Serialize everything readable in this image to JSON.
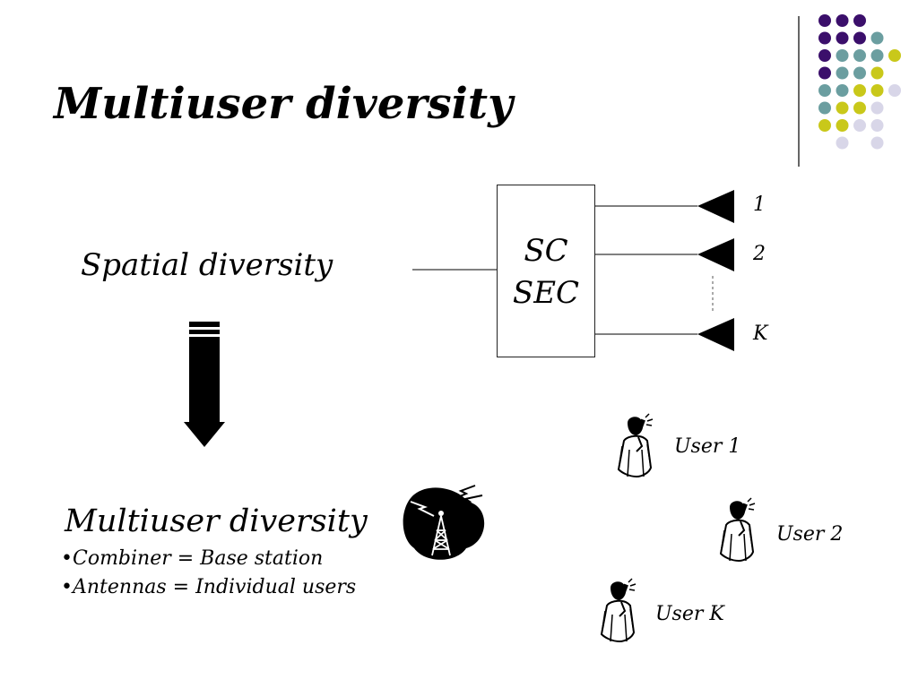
{
  "slide": {
    "title": "Multiuser diversity",
    "spatial_label": "Spatial diversity",
    "combiner": {
      "line1": "SC",
      "line2": "SEC"
    },
    "antenna_labels": [
      "1",
      "2",
      "K"
    ],
    "multiuser": {
      "heading": "Multiuser diversity",
      "bullets": [
        {
          "term": "Combiner",
          "value": "Base station"
        },
        {
          "term": "Antennas",
          "value": "Individual users"
        }
      ],
      "bullet_glyph": "•",
      "equals": " = "
    },
    "users": [
      "User 1",
      "User 2",
      "User K"
    ]
  },
  "icons": {
    "base_station": "radio-tower-icon",
    "user": "person-phone-icon",
    "antenna": "antenna-triangle-icon",
    "arrow": "down-arrow-icon"
  },
  "colors": {
    "purple": "#3b0f6b",
    "teal": "#6b9ea0",
    "yellow": "#c9c81a",
    "lavender": "#d8d6e8"
  }
}
